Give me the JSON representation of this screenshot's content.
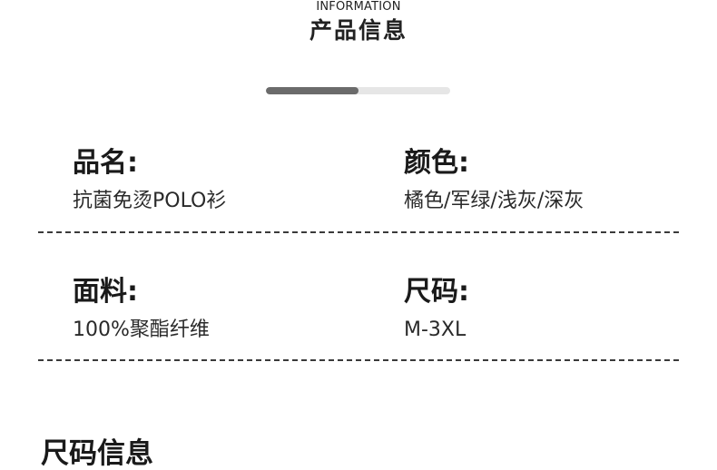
{
  "header": {
    "eyebrow": "INFORMATION",
    "title": "产品信息",
    "progress_fraction": 0.5,
    "progress_fill_color": "#6b6b6b",
    "progress_track_color": "#e6e6e6"
  },
  "fields": {
    "name": {
      "label": "品名:",
      "value": "抗菌免烫POLO衫"
    },
    "color": {
      "label": "颜色:",
      "value": "橘色/军绿/浅灰/深灰"
    },
    "fabric": {
      "label": "面料:",
      "value": "100%聚酯纤维"
    },
    "size": {
      "label": "尺码:",
      "value": "M-3XL"
    }
  },
  "next_section": {
    "title": "尺码信息"
  }
}
